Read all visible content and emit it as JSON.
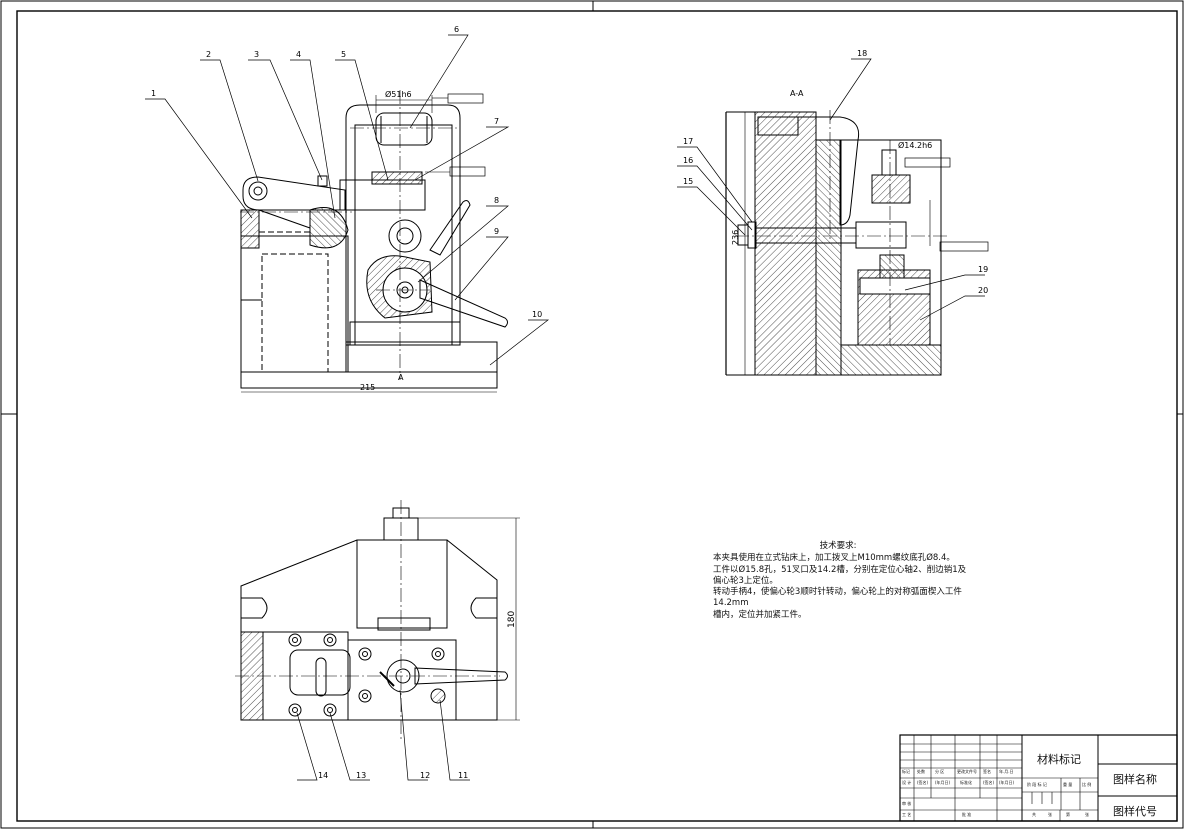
{
  "views": {
    "front": {
      "dimensions": {
        "bore": "Ø51h6",
        "width": "215"
      },
      "section_marks": [
        "A"
      ],
      "balloons": [
        "1",
        "2",
        "3",
        "4",
        "5",
        "6",
        "7",
        "8",
        "9",
        "10"
      ]
    },
    "section": {
      "title": "A-A",
      "dimensions": {
        "height": "236",
        "fit": "Ø14.2h6"
      },
      "balloons": [
        "15",
        "16",
        "17",
        "18",
        "19",
        "20"
      ]
    },
    "top": {
      "dimensions": {
        "height": "180"
      },
      "balloons": [
        "11",
        "12",
        "13",
        "14"
      ]
    }
  },
  "tech_requirements": {
    "title": "技术要求:",
    "lines": [
      "本夹具使用在立式钻床上，加工拨叉上M10mm螺纹底孔Ø8.4。",
      "工件以Ø15.8孔，51叉口及14.2槽，分别在定位心轴2、削边销1及",
      "偏心轮3上定位。",
      "转动手柄4，使偏心轮3顺时针转动，偏心轮上的对称弧面楔入工件",
      "14.2mm",
      "槽内，定位并加紧工件。"
    ]
  },
  "title_block": {
    "material": "材料标记",
    "drawing_name": "图样名称",
    "drawing_number": "图样代号",
    "row_headers": [
      "标记",
      "处数",
      "分 区",
      "更改文件号",
      "签名",
      "年.月.日"
    ],
    "design_row": [
      "设 计",
      "(签名)",
      "(年月日)",
      "标准化",
      "(签名)",
      "(年月日)"
    ],
    "stage_headers": [
      "阶 段 标 记",
      "重 量",
      "比 例"
    ],
    "check": "审 核",
    "process": "工 艺",
    "approve": "批 准",
    "sheets": [
      "共",
      "张",
      "第",
      "张"
    ]
  }
}
